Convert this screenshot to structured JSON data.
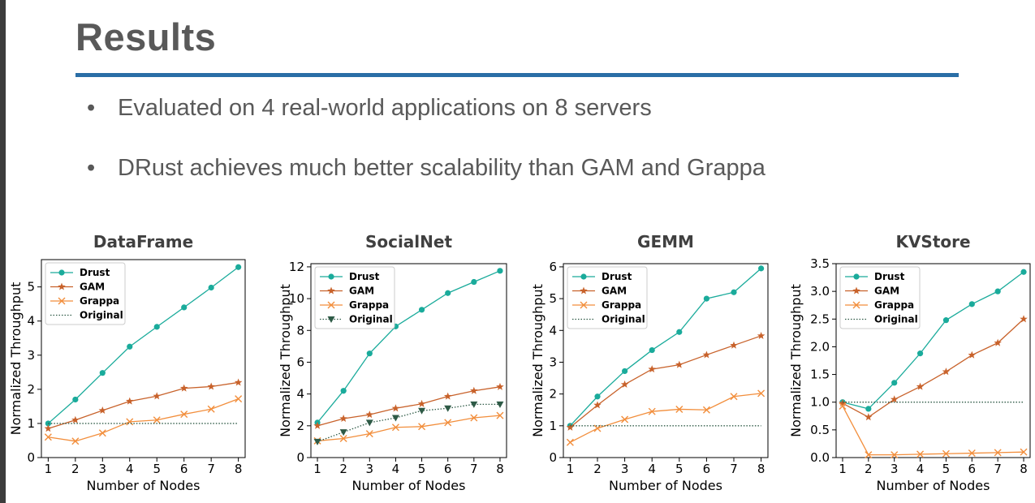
{
  "slide": {
    "title": "Results",
    "bullets": [
      "Evaluated on 4 real-world applications on 8 servers",
      "DRust achieves much better scalability than GAM and Grappa"
    ],
    "bullet_symbol": "•"
  },
  "colors": {
    "accent_rule": "#2a6ea6",
    "drust": "#1aab9b",
    "gam": "#c8622b",
    "grappa": "#f28e3c",
    "original": "#2e5a46"
  },
  "chart_data": [
    {
      "type": "line",
      "title": "DataFrame",
      "xlabel": "Number of Nodes",
      "ylabel": "Normalized Throughput",
      "x": [
        1,
        2,
        3,
        4,
        5,
        6,
        7,
        8
      ],
      "ylim": [
        0,
        5.8
      ],
      "yticks": [
        0,
        1,
        2,
        3,
        4,
        5
      ],
      "ytick_labels": [
        "0",
        "1",
        "2",
        "3",
        "4",
        "5"
      ],
      "legend": "top-left",
      "series": [
        {
          "name": "Drust",
          "marker": "circle",
          "values": [
            1.0,
            1.7,
            2.48,
            3.25,
            3.83,
            4.4,
            4.98,
            5.58
          ]
        },
        {
          "name": "GAM",
          "marker": "star",
          "values": [
            0.85,
            1.1,
            1.38,
            1.65,
            1.8,
            2.03,
            2.08,
            2.2
          ]
        },
        {
          "name": "Grappa",
          "marker": "x",
          "values": [
            0.6,
            0.48,
            0.72,
            1.05,
            1.1,
            1.27,
            1.42,
            1.72
          ]
        },
        {
          "name": "Original",
          "marker": "none",
          "dotted": true,
          "values": [
            1,
            1,
            1,
            1,
            1,
            1,
            1,
            1
          ]
        }
      ]
    },
    {
      "type": "line",
      "title": "SocialNet",
      "xlabel": "Number of Nodes",
      "ylabel": "Normalized Throughput",
      "x": [
        1,
        2,
        3,
        4,
        5,
        6,
        7,
        8
      ],
      "ylim": [
        0,
        12.2
      ],
      "yticks": [
        0,
        2,
        4,
        6,
        8,
        10,
        12
      ],
      "ytick_labels": [
        "0",
        "2",
        "4",
        "6",
        "8",
        "10",
        "12"
      ],
      "legend": "top-left",
      "series": [
        {
          "name": "Drust",
          "marker": "circle",
          "values": [
            2.2,
            4.2,
            6.55,
            8.25,
            9.3,
            10.35,
            11.05,
            11.75
          ]
        },
        {
          "name": "GAM",
          "marker": "star",
          "values": [
            2.0,
            2.45,
            2.7,
            3.1,
            3.38,
            3.85,
            4.2,
            4.45
          ]
        },
        {
          "name": "Grappa",
          "marker": "x",
          "values": [
            1.05,
            1.2,
            1.5,
            1.9,
            1.95,
            2.2,
            2.5,
            2.65
          ]
        },
        {
          "name": "Original",
          "marker": "triangle",
          "dotted": true,
          "values": [
            1.0,
            1.6,
            2.2,
            2.5,
            2.95,
            3.1,
            3.35,
            3.35
          ]
        }
      ]
    },
    {
      "type": "line",
      "title": "GEMM",
      "xlabel": "Number of Nodes",
      "ylabel": "Normalized Throughput",
      "x": [
        1,
        2,
        3,
        4,
        5,
        6,
        7,
        8
      ],
      "ylim": [
        0,
        6.1
      ],
      "yticks": [
        0,
        1,
        2,
        3,
        4,
        5,
        6
      ],
      "ytick_labels": [
        "0",
        "1",
        "2",
        "3",
        "4",
        "5",
        "6"
      ],
      "legend": "top-left",
      "series": [
        {
          "name": "Drust",
          "marker": "circle",
          "values": [
            1.0,
            1.92,
            2.72,
            3.38,
            3.95,
            5.0,
            5.2,
            5.95
          ]
        },
        {
          "name": "GAM",
          "marker": "star",
          "values": [
            0.95,
            1.65,
            2.3,
            2.78,
            2.92,
            3.23,
            3.53,
            3.83
          ]
        },
        {
          "name": "Grappa",
          "marker": "x",
          "values": [
            0.48,
            0.92,
            1.2,
            1.45,
            1.52,
            1.5,
            1.92,
            2.02
          ]
        },
        {
          "name": "Original",
          "marker": "none",
          "dotted": true,
          "values": [
            1,
            1,
            1,
            1,
            1,
            1,
            1,
            1
          ]
        }
      ]
    },
    {
      "type": "line",
      "title": "KVStore",
      "xlabel": "Number of Nodes",
      "ylabel": "Normalized Throughput",
      "x": [
        1,
        2,
        3,
        4,
        5,
        6,
        7,
        8
      ],
      "ylim": [
        0,
        3.5
      ],
      "yticks": [
        0,
        0.5,
        1,
        1.5,
        2,
        2.5,
        3,
        3.5
      ],
      "ytick_labels": [
        "0.0",
        "0.5",
        "1.0",
        "1.5",
        "2.0",
        "2.5",
        "3.0",
        "3.5"
      ],
      "legend": "top-left",
      "series": [
        {
          "name": "Drust",
          "marker": "circle",
          "values": [
            1.0,
            0.88,
            1.35,
            1.88,
            2.48,
            2.77,
            3.0,
            3.35
          ]
        },
        {
          "name": "GAM",
          "marker": "star",
          "values": [
            0.98,
            0.73,
            1.05,
            1.28,
            1.55,
            1.85,
            2.07,
            2.5
          ]
        },
        {
          "name": "Grappa",
          "marker": "x",
          "values": [
            0.93,
            0.05,
            0.05,
            0.06,
            0.07,
            0.08,
            0.09,
            0.1
          ]
        },
        {
          "name": "Original",
          "marker": "none",
          "dotted": true,
          "values": [
            1,
            1,
            1,
            1,
            1,
            1,
            1,
            1
          ]
        }
      ]
    }
  ]
}
